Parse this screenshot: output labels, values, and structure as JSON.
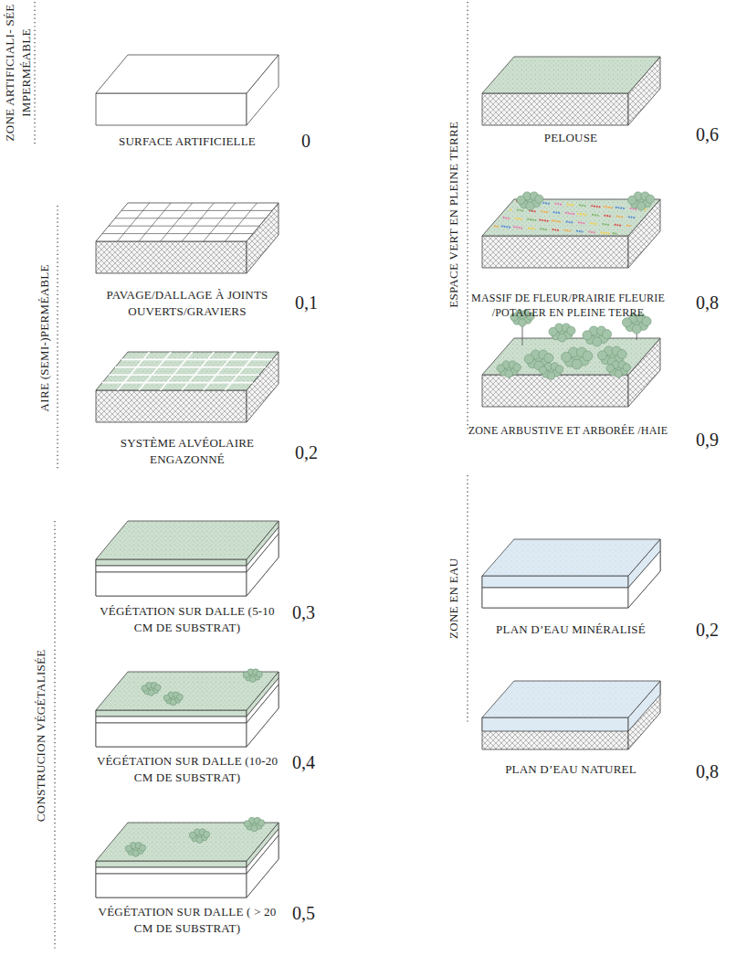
{
  "diagram": {
    "labels": [
      "ZONE ARTIFICIALI- SÉE IMPERMÉABLE",
      "SURFACE ARTIFICIELLE",
      "0",
      "AIRE (SEMI-)PERMÉABLE",
      "PAVAGE/DALLAGE À JOINTS OUVERTS/GRAVIERS",
      "0,1",
      "SYSTÈME ALVÉOLAIRE ENGAZONNÉ",
      "0,2",
      "CONSTRUCION VÉGÉTALISÉE",
      "VÉGÉTATION SUR DALLE (5-10 CM DE SUBSTRAT)",
      "0,3",
      "VÉGÉTATION SUR DALLE (10-20 CM DE SUBSTRAT)",
      "0,4",
      "VÉGÉTATION SUR DALLE ( > 20 CM DE SUBSTRAT)",
      "0,5",
      "ESPACE VERT EN PLEINE TERRE",
      "PELOUSE",
      "0,6",
      "MASSIF DE FLEUR/PRAIRIE FLEURIE /POTAGER EN PLEINE TERRE",
      "0,8",
      "ZONE ARBUSTIVE ET ARBORÉE /HAIE",
      "0,9",
      "ZONE EN EAU",
      "PLAN D’EAU MINÉRALISÉ",
      "0,2",
      "PLAN D’EAU NATUREL",
      "0,8"
    ]
  }
}
